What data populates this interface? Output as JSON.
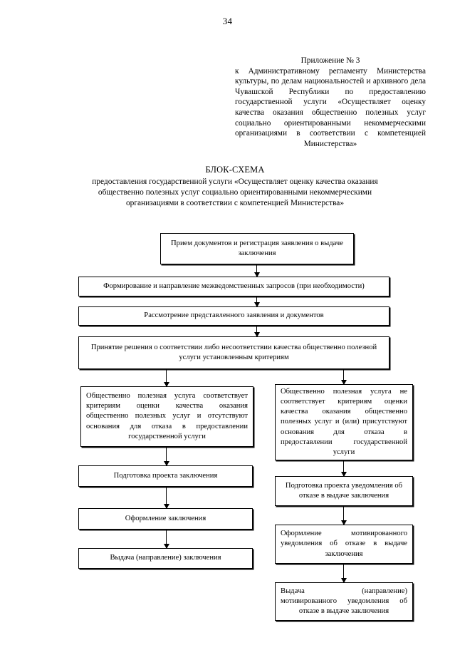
{
  "document": {
    "page_number": "34",
    "appendix": {
      "title": "Приложение № 3",
      "body": "к Административному регламенту Министерства культуры, по делам национальностей и архивного дела Чувашской Республики по предоставлению государственной услуги «Осуществляет оценку качества оказания общественно полезных услуг социально ориентированными некоммерческими организациями в соответствии с компетенцией Министерства»"
    },
    "scheme": {
      "title": "БЛОК-СХЕМА",
      "subtitle": "предоставления государственной услуги «Осуществляет оценку качества оказания общественно полезных услуг социально ориентированными некоммерческими организациями в соответствии с компетенцией Министерства»"
    }
  },
  "flowchart": {
    "nodes": {
      "intake": "Прием документов и регистрация заявления о выдаче заключения",
      "interagency_requests": "Формирование и направление межведомственных запросов (при необходимости)",
      "review": "Рассмотрение представленного заявления и документов",
      "decision": "Принятие решения о соответствии либо несоответствии качества общественно полезной услуги установленным критериям",
      "branch_positive": "Общественно полезная услуга соответствует критериям оценки качества оказания общественно полезных услуг и отсутствуют основания для отказа в предоставлении государственной услуги",
      "branch_negative": "Общественно полезная услуга не соответствует критериям оценки качества оказания общественно полезных услуг и (или) присутствуют основания для отказа в предоставлении государственной услуги",
      "draft_conclusion": "Подготовка проекта заключения",
      "issue_conclusion_doc": "Оформление заключения",
      "deliver_conclusion": "Выдача (направление) заключения",
      "draft_refusal_notice": "Подготовка проекта уведомления об отказе в выдаче заключения",
      "issue_refusal_notice": "Оформление мотивированного уведомления об отказе в выдаче заключения",
      "deliver_refusal_notice": "Выдача (направление) мотивированного уведомления об отказе в выдаче заключения"
    }
  }
}
